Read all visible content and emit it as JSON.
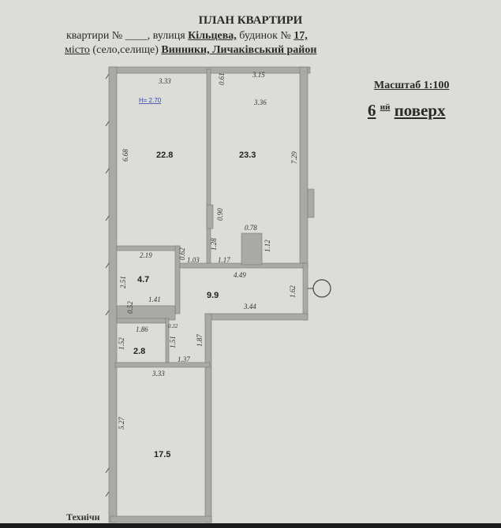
{
  "header": {
    "title": "ПЛАН КВАРТИРИ",
    "line1_prefix": "квартири № ____, вулиця ",
    "street": "Кільцева,",
    "line1_mid": " будинок № ",
    "house": "17,",
    "line2_prefix": "місто",
    "line2_mid": " (село,селище) ",
    "city": "Винники, Личаківський район"
  },
  "scale": "Масштаб 1:100",
  "floor": {
    "number": "6",
    "suffix": "ий",
    "word": "поверх"
  },
  "plan": {
    "ceiling_height": "H= 2.70",
    "rooms": [
      {
        "area": "22.8",
        "dims": [
          "3.33",
          "6.68"
        ]
      },
      {
        "area": "23.3",
        "dims": [
          "3.15",
          "3.36",
          "7.29",
          "0.61",
          "0.90",
          "1.28",
          "0.78",
          "1.12",
          "1.17"
        ]
      },
      {
        "area": "4.7",
        "dims": [
          "2.19",
          "2.51",
          "1.41",
          "0.52",
          "0.62",
          "1.03"
        ]
      },
      {
        "area": "9.9",
        "dims": [
          "4.49",
          "1.62",
          "3.44",
          "1.87",
          "1.37"
        ]
      },
      {
        "area": "2.8",
        "dims": [
          "1.86",
          "1.52",
          "1.51",
          "0.32"
        ]
      },
      {
        "area": "17.5",
        "dims": [
          "3.33",
          "5.27"
        ]
      }
    ]
  },
  "footer_cut": "Технічн",
  "colors": {
    "wall": "#a9a9a6",
    "paper": "#dcdcd8",
    "floor": "#e6e6e3"
  }
}
